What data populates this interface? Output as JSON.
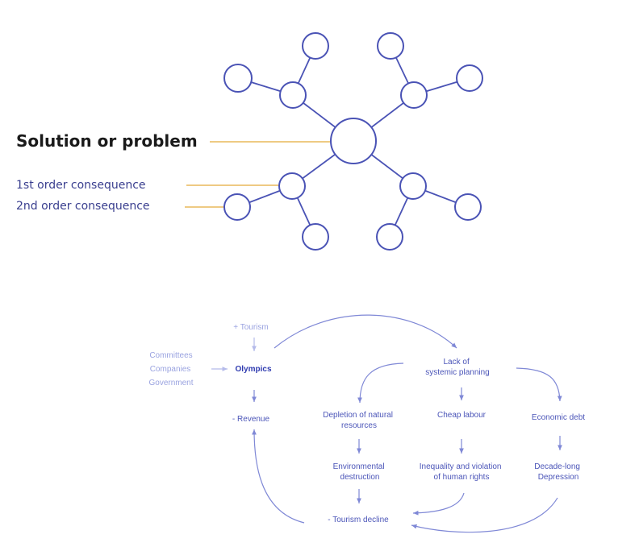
{
  "legend": {
    "title": "Solution or problem",
    "first_order": "1st order consequence",
    "second_order": "2nd order consequence"
  },
  "flow": {
    "plus_tourism": "+ Tourism",
    "committees": "Committees",
    "companies": "Companies",
    "government": "Government",
    "olympics": "Olympics",
    "revenue": "- Revenue",
    "lack_of_planning": [
      "Lack of",
      "systemic planning"
    ],
    "depletion": [
      "Depletion of natural",
      "resources"
    ],
    "cheap_labour": "Cheap labour",
    "economic_debt": "Economic debt",
    "env_destruction": [
      "Environmental",
      "destruction"
    ],
    "inequality": [
      "Inequality and violation",
      "of human rights"
    ],
    "decade_depression": [
      "Decade-long",
      "Depression"
    ],
    "tourism_decline": "- Tourism decline"
  },
  "colors": {
    "node_stroke": "#4a53b5",
    "pointer_line": "#e9b85a",
    "flow_text": "#4b55b8",
    "flow_text_light": "#9aa3e0"
  }
}
